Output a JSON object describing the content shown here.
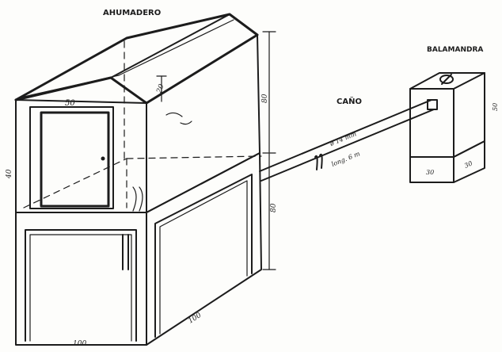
{
  "labels": {
    "ahumadero": "AHUMADERO",
    "cano": "CAÑO",
    "salamandra": "BALAMANDRA"
  },
  "dimensions": {
    "door_width": "50",
    "door_height": "40",
    "roof_slope": "20",
    "upper_height": "80",
    "lower_height": "80",
    "base_front": "100",
    "base_side": "100",
    "pipe_diameter": "ø 14 mm",
    "pipe_length": "long. 6 m",
    "stove_height": "50",
    "stove_width": "30",
    "stove_depth": "30"
  },
  "colors": {
    "ink": "#1c1c1c",
    "paper": "#fdfdfb"
  }
}
